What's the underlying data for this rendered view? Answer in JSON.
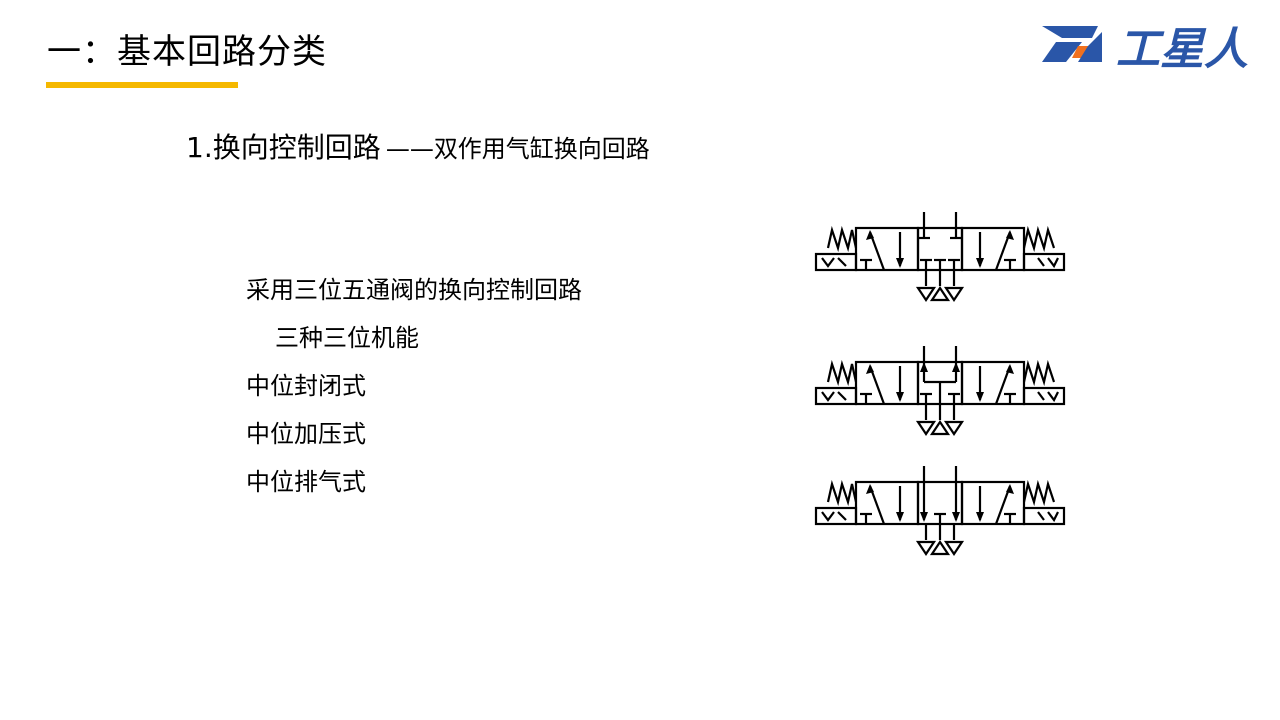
{
  "header": {
    "title": "一：基本回路分类",
    "accent_color": "#f5b800",
    "logo_text": "工星人",
    "logo_icon": "gx-logo-icon",
    "logo_blue": "#2a56a8",
    "logo_orange": "#f0701e"
  },
  "content": {
    "subtitle_main": "1.换向控制回路",
    "subtitle_sep": "——双作用气缸换向回路",
    "lines": [
      "采用三位五通阀的换向控制回路",
      "三种三位机能",
      "中位封闭式",
      "中位加压式",
      "中位排气式"
    ]
  },
  "diagrams": [
    {
      "type": "closed-center",
      "icon": "valve-3-5-closed-center-symbol"
    },
    {
      "type": "pressure-center",
      "icon": "valve-3-5-pressure-center-symbol"
    },
    {
      "type": "exhaust-center",
      "icon": "valve-3-5-exhaust-center-symbol"
    }
  ]
}
